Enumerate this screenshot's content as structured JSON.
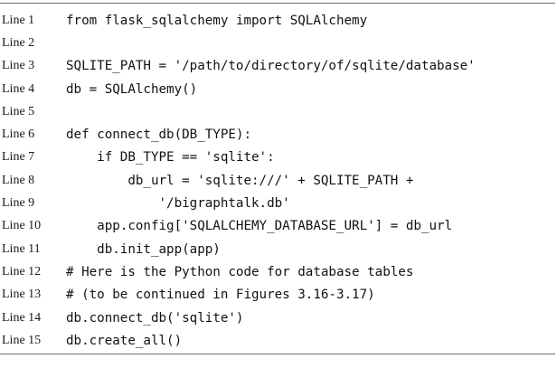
{
  "listing": {
    "lines": [
      {
        "number": "Line 1",
        "code": "from flask_sqlalchemy import SQLAlchemy"
      },
      {
        "number": "Line 2",
        "code": ""
      },
      {
        "number": "Line 3",
        "code": "SQLITE_PATH = '/path/to/directory/of/sqlite/database'"
      },
      {
        "number": "Line 4",
        "code": "db = SQLAlchemy()"
      },
      {
        "number": "Line 5",
        "code": ""
      },
      {
        "number": "Line 6",
        "code": "def connect_db(DB_TYPE):"
      },
      {
        "number": "Line 7",
        "code": "    if DB_TYPE == 'sqlite':"
      },
      {
        "number": "Line 8",
        "code": "        db_url = 'sqlite:///' + SQLITE_PATH +"
      },
      {
        "number": "Line 9",
        "code": "            '/bigraphtalk.db'"
      },
      {
        "number": "Line 10",
        "code": "    app.config['SQLALCHEMY_DATABASE_URL'] = db_url"
      },
      {
        "number": "Line 11",
        "code": "    db.init_app(app)"
      },
      {
        "number": "Line 12",
        "code": "# Here is the Python code for database tables"
      },
      {
        "number": "Line 13",
        "code": "# (to be continued in Figures 3.16-3.17)"
      },
      {
        "number": "Line 14",
        "code": "db.connect_db('sqlite')"
      },
      {
        "number": "Line 15",
        "code": "db.create_all()"
      }
    ]
  }
}
